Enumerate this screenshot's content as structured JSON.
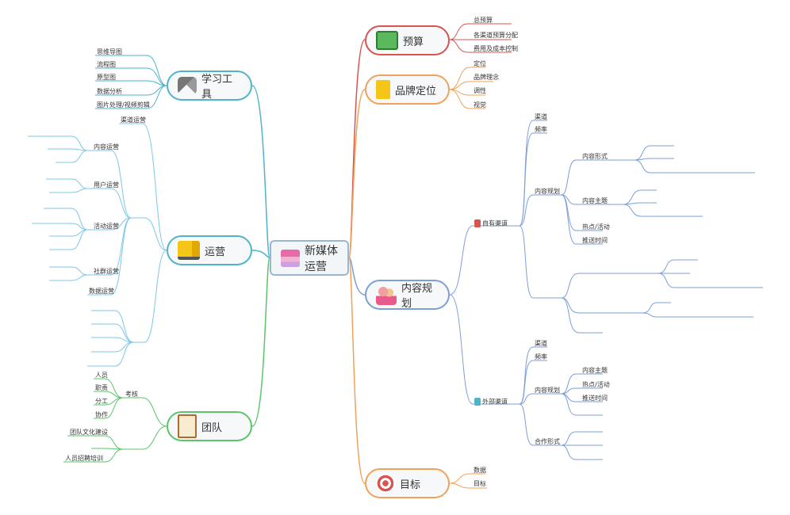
{
  "root": {
    "label": "新媒体运营"
  },
  "right": [
    {
      "label": "预算",
      "children": [
        "总预算",
        "各渠道预算分配",
        "费用及成本控制"
      ]
    },
    {
      "label": "品牌定位",
      "children": [
        "定位",
        "品牌理念",
        "调性",
        "视觉"
      ]
    },
    {
      "label": "内容规划",
      "groups": [
        {
          "label": "自有渠道",
          "items": [
            "渠道",
            "频率",
            "内容规划",
            "内容形式",
            "内容主题",
            "热点/活动",
            "推送时间"
          ]
        },
        {
          "label": "外部渠道",
          "items": [
            "渠道",
            "频率",
            "内容规划",
            "合作形式",
            "内容主题",
            "热点/活动",
            "推送时间"
          ]
        }
      ]
    },
    {
      "label": "目标",
      "children": [
        "数据",
        "目标"
      ]
    }
  ],
  "left": [
    {
      "label": "学习工具",
      "children": [
        "思维导图",
        "流程图",
        "原型图",
        "数据分析",
        "图片处理/视频剪辑"
      ]
    },
    {
      "label": "运营",
      "groups": [
        "内容运营",
        "用户运营",
        "活动运营",
        "社群运营",
        "数据运营",
        "渠道运营"
      ]
    },
    {
      "label": "团队",
      "children": [
        "人员",
        "职责",
        "分工",
        "协作",
        "考核",
        "团队文化建设",
        "人员招聘培训"
      ]
    }
  ],
  "colors": {
    "red": "#d9534f",
    "orange": "#f0a25a",
    "blue": "#7d9fd8",
    "cyan": "#4fb3c9",
    "green": "#5cc46a",
    "lightblue": "#7cc7e8"
  },
  "icons": [
    "money-icon",
    "document-icon",
    "people-icon",
    "target-icon",
    "tools-icon",
    "truck-icon",
    "clipboard-icon",
    "cake-icon"
  ]
}
